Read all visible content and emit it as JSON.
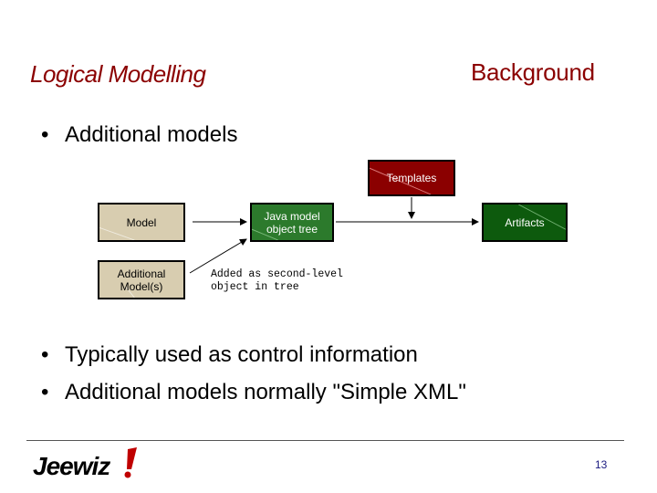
{
  "slide": {
    "title": "Logical Modelling",
    "section": "Background",
    "bullets_top": [
      "Additional models"
    ],
    "bullets_bottom": [
      "Typically used as control information",
      "Additional models normally \"Simple XML\""
    ],
    "page_number": "13"
  },
  "diagram": {
    "model": "Model",
    "additional_models": "Additional Model(s)",
    "java_model": "Java model object tree",
    "templates": "Templates",
    "artifacts": "Artifacts",
    "note": "Added as second-level\nobject in tree"
  },
  "logo": {
    "text": "Jeewiz",
    "icon": "exclamation-logo-mark",
    "color": "#000000",
    "accent": "#c00000"
  },
  "colors": {
    "title": "#8b0000",
    "model_box": "#d8cdb0",
    "java_box": "#2c7a2c",
    "artifacts_box": "#0d5a0d",
    "templates_box": "#8b0000"
  }
}
